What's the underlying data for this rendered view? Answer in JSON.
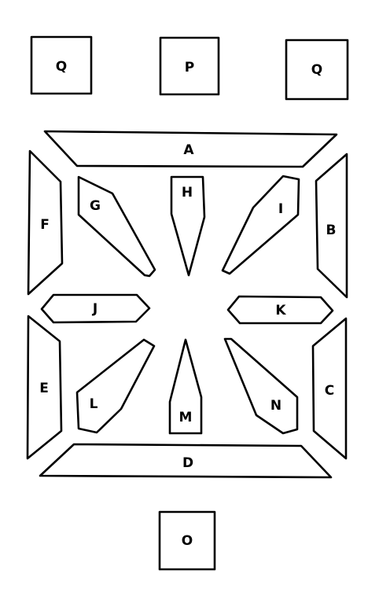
{
  "segments": {
    "A": "A",
    "B": "B",
    "C": "C",
    "D": "D",
    "E": "E",
    "F": "F",
    "G": "G",
    "H": "H",
    "I": "I",
    "J": "J",
    "K": "K",
    "L": "L",
    "M": "M",
    "N": "N"
  },
  "pads": {
    "top_left": "Q",
    "top_center": "P",
    "top_right": "Q",
    "bottom": "O"
  }
}
